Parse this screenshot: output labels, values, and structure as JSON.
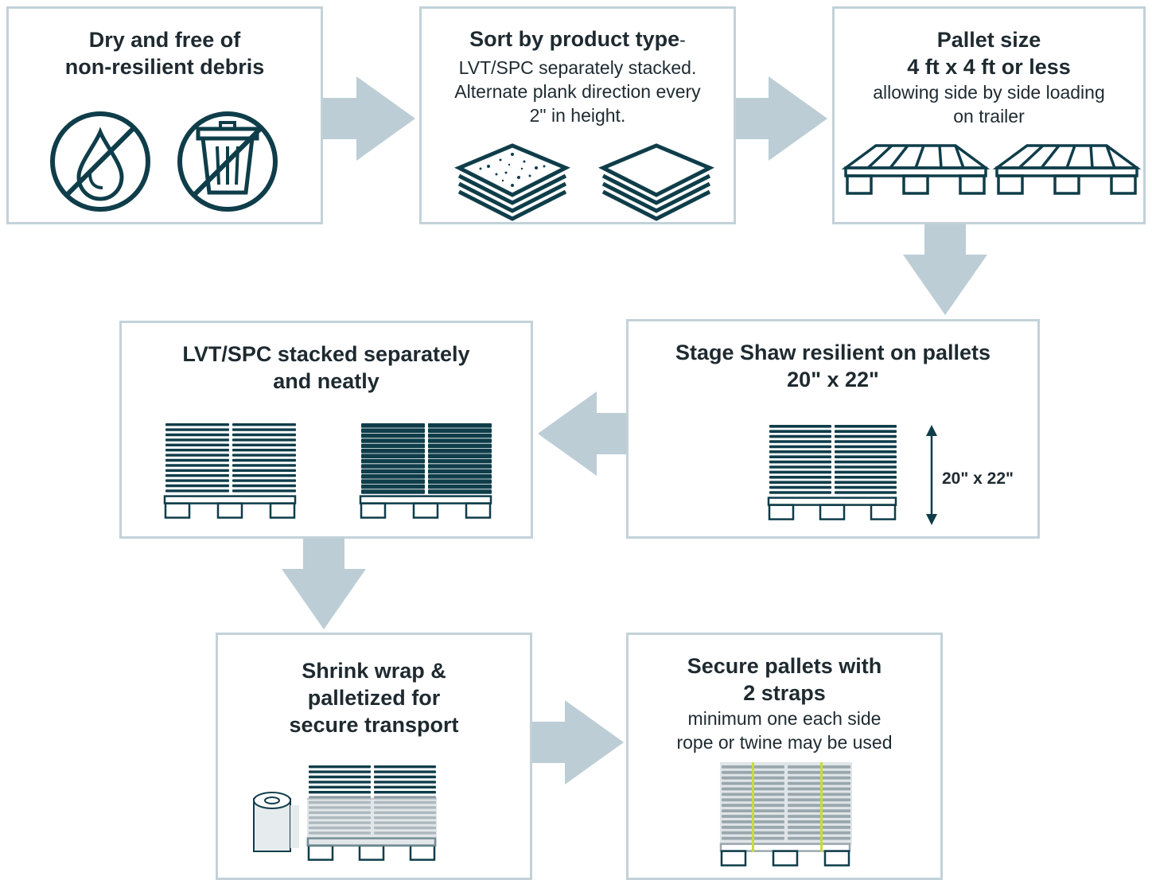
{
  "colors": {
    "box_border": "#c3d2d9",
    "arrow": "#bccdd5",
    "icon_dark": "#0f3d4a",
    "wrap_gray": "#c9d1d6",
    "strap": "#c8dd3a"
  },
  "steps": {
    "dry": {
      "title_line1": "Dry and free of",
      "title_line2": "non-resilient debris",
      "icons": [
        "no-water-icon",
        "no-trash-icon"
      ]
    },
    "sort": {
      "title": "Sort by product type",
      "title_suffix": "-",
      "line1": "LVT/SPC separately stacked.",
      "line2": "Alternate plank direction every",
      "line3": "2\" in height.",
      "icons": [
        "lvt-stack-icon",
        "spc-stack-icon"
      ]
    },
    "pallet": {
      "title_line1": "Pallet size",
      "title_line2": "4 ft x 4 ft or less",
      "line1": "allowing side by side loading",
      "line2": "on trailer",
      "icons": [
        "pallet-icon",
        "pallet-icon"
      ]
    },
    "stage": {
      "title_line1": "Stage Shaw resilient on pallets",
      "title_line2": "20\" x 22\"",
      "dimension_label": "20\" x 22\"",
      "icons": [
        "stacked-pallet-icon",
        "height-arrow-icon"
      ]
    },
    "stacked": {
      "title_line1": "LVT/SPC stacked separately",
      "title_line2": "and neatly",
      "icons": [
        "lvt-pallet-icon",
        "spc-pallet-icon"
      ]
    },
    "shrink": {
      "title_line1": "Shrink wrap &",
      "title_line2": "palletized for",
      "title_line3": "secure transport",
      "icons": [
        "shrink-wrap-roll-icon",
        "wrapped-pallet-icon"
      ]
    },
    "secure": {
      "title_line1": "Secure pallets with",
      "title_line2": "2 straps",
      "line1": "minimum one each side",
      "line2": "rope or twine may be used",
      "icons": [
        "strapped-pallet-icon"
      ]
    }
  }
}
